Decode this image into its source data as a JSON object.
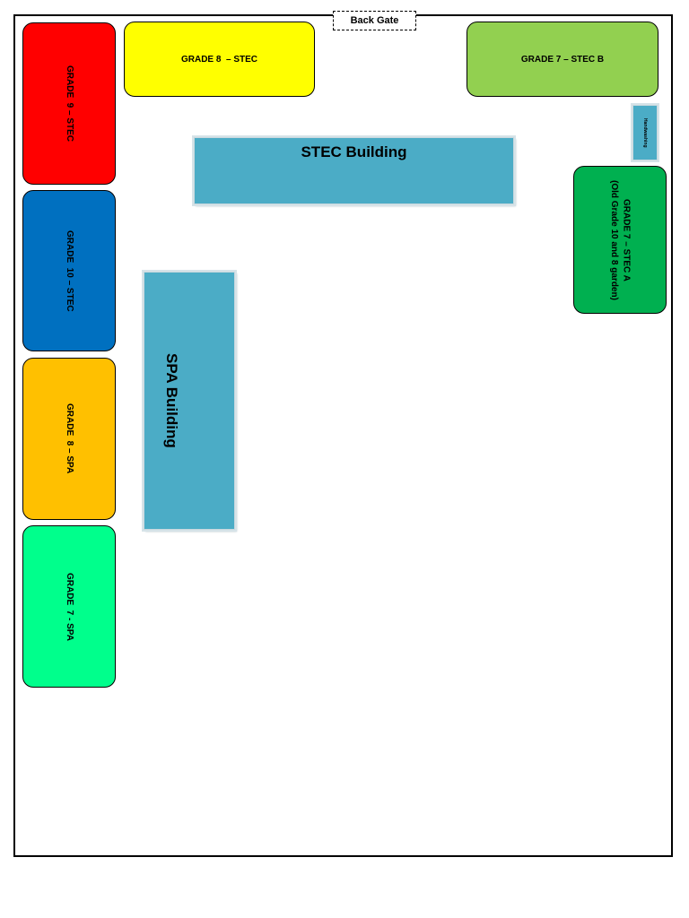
{
  "gate": {
    "label": "Back Gate"
  },
  "zones": {
    "g9_stec": {
      "label": "GRADE  9 – STEC",
      "color": "#ff0000"
    },
    "g10_stec": {
      "label": "GRADE  10 – STEC",
      "color": "#0070c0"
    },
    "g8_spa": {
      "label": "GRADE  8 – SPA",
      "color": "#ffc000"
    },
    "g7_spa": {
      "label": "GRADE  7 - SPA",
      "color": "#00ff8c"
    },
    "g8_stec": {
      "label": "GRADE 8  – STEC",
      "color": "#ffff00"
    },
    "g7_stec_b": {
      "label": "GRADE 7 – STEC B",
      "color": "#92d050"
    },
    "g7_stec_a": {
      "label": "GRADE 7 – STEC A\n(Old Grade 10 and 8 garden)",
      "color": "#00b050"
    }
  },
  "buildings": {
    "stec": {
      "label": "STEC Building",
      "color": "#4bacc6"
    },
    "spa": {
      "label": "SPA Building",
      "color": "#4bacc6"
    },
    "handwashing": {
      "label": "Handwashing"
    }
  }
}
